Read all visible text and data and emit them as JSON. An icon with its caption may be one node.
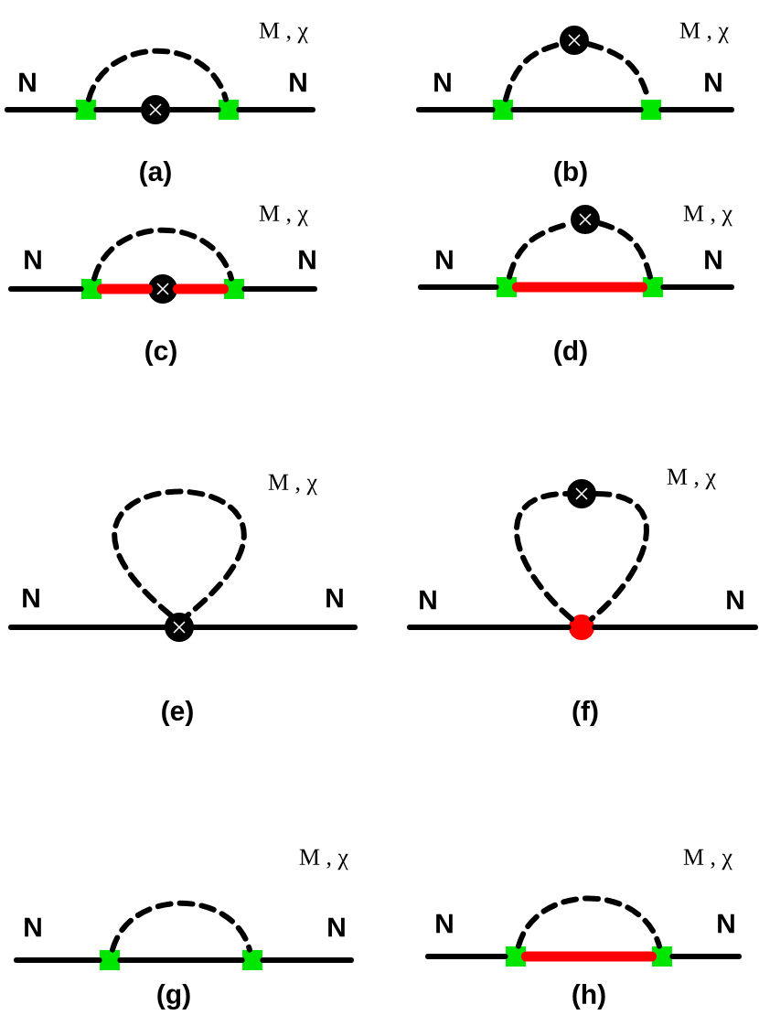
{
  "diagram": {
    "nodes": [
      {
        "text": [],
        "shape": "box"
      },
      {
        "text": [],
        "shape": "circle"
      },
      {
        "text": [],
        "shape": "box"
      },
      {
        "text": [],
        "shape": "box"
      },
      {
        "text": [],
        "shape": "box"
      },
      {
        "text": [],
        "shape": "circle"
      },
      {
        "text": [],
        "shape": "box"
      },
      {
        "text": [],
        "shape": "circle"
      },
      {
        "text": [],
        "shape": "box"
      },
      {
        "text": [],
        "shape": "box"
      },
      {
        "text": [],
        "shape": "box"
      },
      {
        "text": [],
        "shape": "circle"
      },
      {
        "text": [],
        "shape": "circle"
      },
      {
        "text": [],
        "shape": "dot"
      },
      {
        "text": [],
        "shape": "circle"
      },
      {
        "text": [],
        "shape": "box"
      },
      {
        "text": [],
        "shape": "box"
      },
      {
        "text": [],
        "shape": "box"
      },
      {
        "text": [],
        "shape": "box"
      }
    ],
    "edges": [
      {
        "from": null,
        "to": 0,
        "arrow": "none"
      },
      {
        "from": 0,
        "to": 1,
        "arrow": "none"
      },
      {
        "from": 1,
        "to": 2,
        "arrow": "none"
      },
      {
        "from": 2,
        "to": null,
        "arrow": "none"
      },
      {
        "from": 0,
        "to": 2,
        "arrow": "none",
        "style": "dashed"
      },
      {
        "from": null,
        "to": 3,
        "arrow": "none"
      },
      {
        "from": 3,
        "to": 4,
        "arrow": "none"
      },
      {
        "from": 4,
        "to": null,
        "arrow": "none"
      },
      {
        "from": 3,
        "to": 5,
        "arrow": "none",
        "style": "dashed"
      },
      {
        "from": 5,
        "to": 4,
        "arrow": "none",
        "style": "dashed"
      },
      {
        "from": null,
        "to": 6,
        "arrow": "none"
      },
      {
        "from": 6,
        "to": 7,
        "arrow": "none",
        "style": "thick",
        "color": "#ff0000"
      },
      {
        "from": 7,
        "to": 8,
        "arrow": "none",
        "style": "thick",
        "color": "#ff0000"
      },
      {
        "from": 8,
        "to": null,
        "arrow": "none"
      },
      {
        "from": 6,
        "to": 8,
        "arrow": "none",
        "style": "dashed"
      },
      {
        "from": null,
        "to": 9,
        "arrow": "none"
      },
      {
        "from": 9,
        "to": 10,
        "arrow": "none",
        "style": "thick",
        "color": "#ff0000"
      },
      {
        "from": 10,
        "to": null,
        "arrow": "none"
      },
      {
        "from": 9,
        "to": 11,
        "arrow": "none",
        "style": "dashed"
      },
      {
        "from": 11,
        "to": 10,
        "arrow": "none",
        "style": "dashed"
      },
      {
        "from": null,
        "to": 12,
        "arrow": "none"
      },
      {
        "from": 12,
        "to": null,
        "arrow": "none"
      },
      {
        "from": 12,
        "to": 12,
        "arrow": "none",
        "style": "dashed"
      },
      {
        "from": null,
        "to": 13,
        "arrow": "none"
      },
      {
        "from": 13,
        "to": null,
        "arrow": "none"
      },
      {
        "from": 13,
        "to": 14,
        "arrow": "none",
        "style": "dashed"
      },
      {
        "from": 14,
        "to": 13,
        "arrow": "none",
        "style": "dashed"
      },
      {
        "from": null,
        "to": 15,
        "arrow": "none"
      },
      {
        "from": 15,
        "to": 16,
        "arrow": "none"
      },
      {
        "from": 16,
        "to": null,
        "arrow": "none"
      },
      {
        "from": 15,
        "to": 16,
        "arrow": "none",
        "style": "dashed"
      },
      {
        "from": null,
        "to": 17,
        "arrow": "none"
      },
      {
        "from": 17,
        "to": 18,
        "arrow": "none",
        "style": "thick",
        "color": "#ff0000"
      },
      {
        "from": 18,
        "to": null,
        "arrow": "none"
      },
      {
        "from": 17,
        "to": 18,
        "arrow": "none",
        "style": "dashed"
      }
    ],
    "labels": [
      "N",
      "N",
      "M , χ",
      "(a)",
      "N",
      "N",
      "M , χ",
      "(b)",
      "N",
      "N",
      "M , χ",
      "(c)",
      "N",
      "N",
      "M , χ",
      "(d)",
      "N",
      "N",
      "M , χ",
      "(e)",
      "N",
      "N",
      "M , χ",
      "(f)",
      "N",
      "N",
      "M , χ",
      "(g)",
      "N",
      "N",
      "M , χ",
      "(h)"
    ]
  }
}
